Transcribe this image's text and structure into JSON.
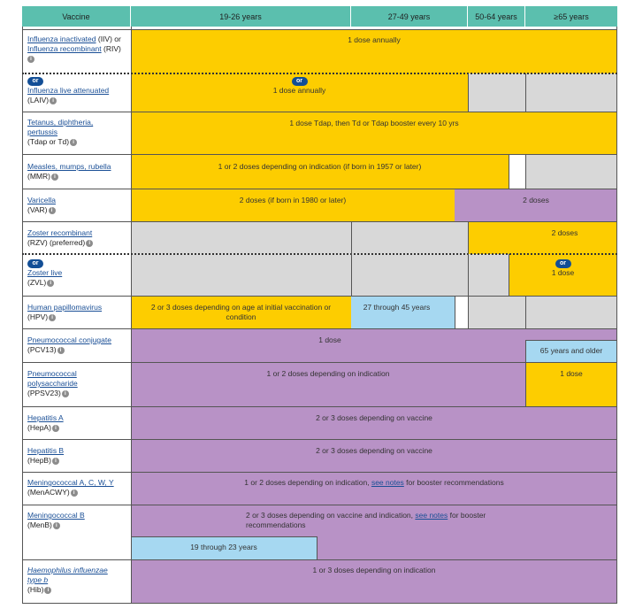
{
  "headers": [
    "Vaccine",
    "19-26 years",
    "27-49 years",
    "50-64 years",
    "≥65 years"
  ],
  "or_badge": "or",
  "info_glyph": "i",
  "vaccines": {
    "iiv_name": "Influenza inactivated",
    "iiv_mid": " (IIV) or",
    "riv_name": "Influenza recombinant",
    "riv_abbr": " (RIV)",
    "laiv_name": "Influenza live attenuated",
    "laiv_abbr": "(LAIV)",
    "tdap_name1": "Tetanus, diphtheria,",
    "tdap_name2": "pertussis",
    "tdap_abbr": "(Tdap or Td)",
    "mmr_name": "Measles, mumps, rubella",
    "mmr_abbr": "(MMR)",
    "var_name": "Varicella",
    "var_abbr": "(VAR)",
    "rzv_name": "Zoster recombinant",
    "rzv_abbr": "(RZV) (preferred)",
    "zvl_name": "Zoster live",
    "zvl_abbr": "(ZVL)",
    "hpv_name": "Human papillomavirus",
    "hpv_abbr": "(HPV)",
    "pcv_name": "Pneumococcal conjugate",
    "pcv_abbr": "(PCV13)",
    "ppsv_name1": "Pneumococcal",
    "ppsv_name2": "polysaccharide",
    "ppsv_abbr": "(PPSV23)",
    "hepa_name": "Hepatitis A",
    "hepa_abbr": "(HepA)",
    "hepb_name": "Hepatitis B",
    "hepb_abbr": "(HepB)",
    "menacwy_name": "Meningococcal A, C, W, Y",
    "menacwy_abbr": "(MenACWY)",
    "menb_name": "Meningococcal B",
    "menb_abbr": "(MenB)",
    "hib_name1": "Haemophilus influenzae",
    "hib_name2": "type b",
    "hib_abbr": "(Hib)"
  },
  "bars": {
    "flu_inactivated": "1 dose annually",
    "flu_live": "1 dose annually",
    "tdap": "1 dose Tdap, then Td or Tdap booster every 10 yrs",
    "mmr": "1 or 2 doses depending on indication (if born in 1957 or later)",
    "var_young": "2 doses (if born in 1980 or later)",
    "var_old": "2 doses",
    "rzv": "2 doses",
    "zvl": "1 dose",
    "hpv_young_1": "2 or 3 doses depending on age at initial vaccination or",
    "hpv_young_2": "condition",
    "hpv_27_45": "27 through 45 years",
    "pcv_main": "1 dose",
    "pcv_65": "65 years and older",
    "ppsv_main": "1 or 2 doses depending on indication",
    "ppsv_65": "1 dose",
    "hepa": "2 or 3 doses depending on vaccine",
    "hepb": "2 or 3 doses depending on vaccine",
    "menacwy_pre": "1 or 2 doses depending on indication, ",
    "menacwy_link": "see notes",
    "menacwy_post": " for booster recommendations",
    "menb_pre": "2 or 3 doses depending on vaccine and indication, ",
    "menb_link": "see notes",
    "menb_post": " for booster",
    "menb_line2": "recommendations",
    "menb_young": "19 through 23 years",
    "hib": "1 or 3 doses depending on indication"
  },
  "colors": {
    "header": "#5bbfae",
    "routine": "#fdcd00",
    "additional_risk": "#b892c6",
    "not_recommended": "#d8d8d8",
    "catch_up_shared": "#a6d8f1",
    "link": "#1a4f96"
  }
}
